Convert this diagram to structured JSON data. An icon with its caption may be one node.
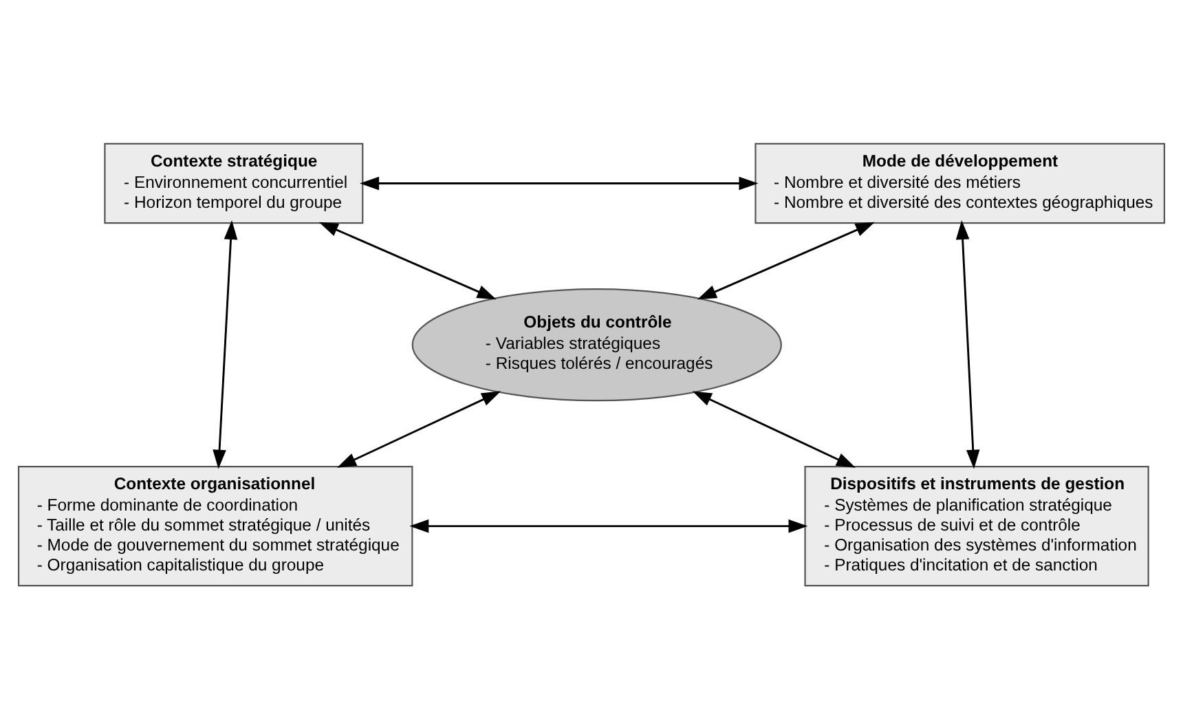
{
  "diagram": {
    "nodes": [
      {
        "text": [
          "Contexte stratégique",
          "- Environnement concurrentiel",
          "- Horizon temporel du groupe"
        ]
      },
      {
        "text": [
          "Mode de développement",
          "- Nombre et diversité des métiers",
          "- Nombre et diversité des contextes géographiques"
        ]
      },
      {
        "text": [
          "Objets du contrôle",
          "- Variables stratégiques",
          "- Risques tolérés / encouragés"
        ]
      },
      {
        "text": [
          "Contexte organisationnel",
          "- Forme dominante de coordination",
          "- Taille et rôle du sommet stratégique / unités",
          "- Mode de gouvernement du sommet stratégique",
          "- Organisation capitalistique du groupe"
        ]
      },
      {
        "text": [
          "Dispositifs et instruments de gestion",
          "- Systèmes de planification stratégique",
          "- Processus de suivi et de contrôle",
          "- Organisation des systèmes d'information",
          "- Pratiques d'incitation et de sanction"
        ]
      }
    ],
    "edges": [
      {
        "from": 0,
        "to": 1,
        "arrow": "both"
      },
      {
        "from": 0,
        "to": 2,
        "arrow": "both"
      },
      {
        "from": 1,
        "to": 2,
        "arrow": "both"
      },
      {
        "from": 0,
        "to": 3,
        "arrow": "both"
      },
      {
        "from": 1,
        "to": 4,
        "arrow": "both"
      },
      {
        "from": 3,
        "to": 2,
        "arrow": "both"
      },
      {
        "from": 2,
        "to": 4,
        "arrow": "both"
      },
      {
        "from": 3,
        "to": 4,
        "arrow": "both"
      }
    ]
  }
}
